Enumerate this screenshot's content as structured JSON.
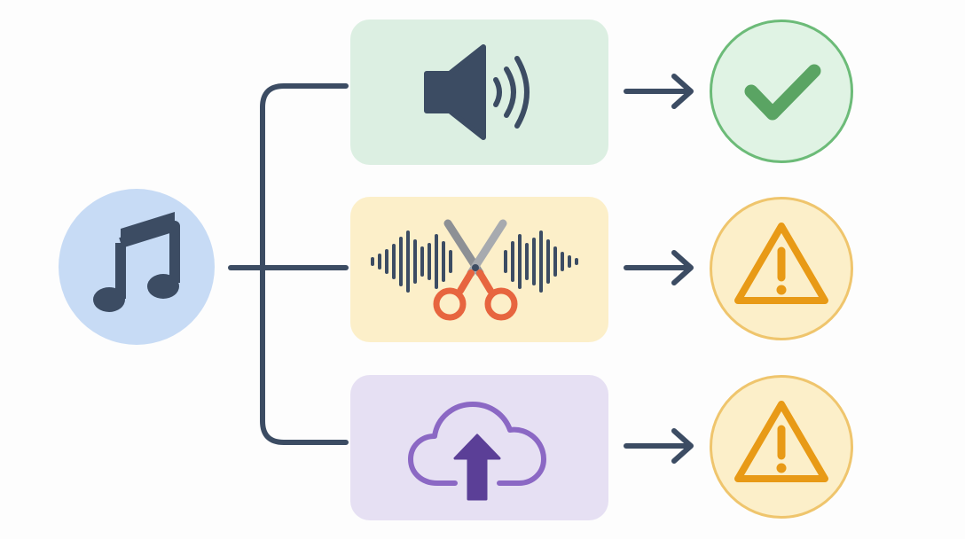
{
  "diagram": {
    "source": {
      "icon": "music-note-icon"
    },
    "branches": [
      {
        "step_icon": "speaker-icon",
        "status_icon": "checkmark-icon",
        "status": "success",
        "color": "#dcefe2",
        "status_color": "#5aa463"
      },
      {
        "step_icon": "audio-trim-scissors-icon",
        "status_icon": "warning-icon",
        "status": "warning",
        "color": "#fcefc9",
        "status_color": "#e89a16"
      },
      {
        "step_icon": "cloud-upload-icon",
        "status_icon": "warning-icon",
        "status": "warning",
        "color": "#e6e0f3",
        "status_color": "#e89a16"
      }
    ]
  },
  "colors": {
    "connector": "#3c4c63",
    "icon_dark": "#3c4c63",
    "scissors": "#e7653f",
    "cloud": "#8b68c4",
    "upload_arrow": "#5b3f97"
  }
}
